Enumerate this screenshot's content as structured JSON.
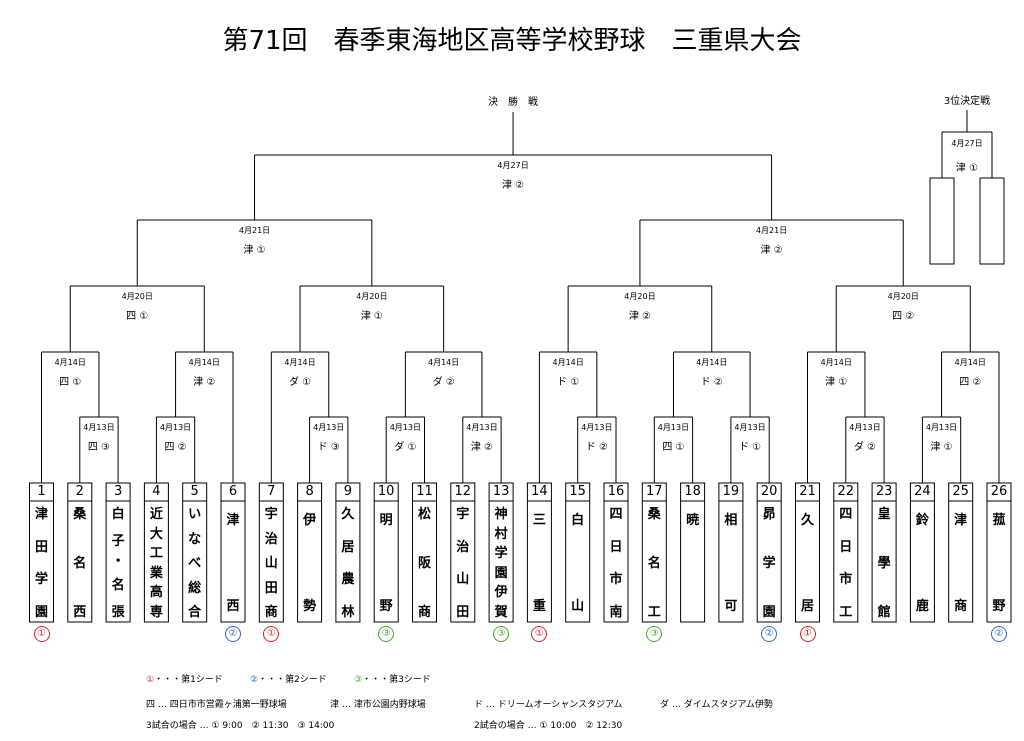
{
  "title": "第71回　春季東海地区高等学校野球　三重県大会",
  "final_label": "決　勝　戦",
  "third_place_label": "3位決定戦",
  "third_place": {
    "date": "4月27日",
    "venue": "津 ①"
  },
  "final": {
    "date": "4月27日",
    "venue": "津 ②"
  },
  "semis": [
    {
      "date": "4月21日",
      "venue": "津 ①"
    },
    {
      "date": "4月21日",
      "venue": "津 ②"
    }
  ],
  "quarters": [
    {
      "date": "4月20日",
      "venue": "四 ①"
    },
    {
      "date": "4月20日",
      "venue": "津 ①"
    },
    {
      "date": "4月20日",
      "venue": "津 ②"
    },
    {
      "date": "4月20日",
      "venue": "四 ②"
    }
  ],
  "round2": [
    {
      "date": "4月14日",
      "venue": "四 ①"
    },
    {
      "date": "4月14日",
      "venue": "津 ②"
    },
    {
      "date": "4月14日",
      "venue": "ダ ①"
    },
    {
      "date": "4月14日",
      "venue": "ダ ②"
    },
    {
      "date": "4月14日",
      "venue": "ド ①"
    },
    {
      "date": "4月14日",
      "venue": "ド ②"
    },
    {
      "date": "4月14日",
      "venue": "津 ①"
    },
    {
      "date": "4月14日",
      "venue": "四 ②"
    }
  ],
  "round1": [
    {
      "date": "4月13日",
      "venue": "四 ③"
    },
    {
      "date": "4月13日",
      "venue": "四 ②"
    },
    {
      "date": "4月13日",
      "venue": "ド ③"
    },
    {
      "date": "4月13日",
      "venue": "ダ ①"
    },
    {
      "date": "4月13日",
      "venue": "津 ②"
    },
    {
      "date": "4月13日",
      "venue": "ド ②"
    },
    {
      "date": "4月13日",
      "venue": "四 ①"
    },
    {
      "date": "4月13日",
      "venue": "ド ①"
    },
    {
      "date": "4月13日",
      "venue": "ダ ②"
    },
    {
      "date": "4月13日",
      "venue": "津 ①"
    }
  ],
  "teams": [
    {
      "no": "1",
      "name": "津田学園",
      "seed": "①"
    },
    {
      "no": "2",
      "name": "桑名西",
      "seed": ""
    },
    {
      "no": "3",
      "name": "白子・名張",
      "seed": ""
    },
    {
      "no": "4",
      "name": "近大工業高専",
      "seed": ""
    },
    {
      "no": "5",
      "name": "いなべ総合",
      "seed": ""
    },
    {
      "no": "6",
      "name": "津西",
      "seed": "②"
    },
    {
      "no": "7",
      "name": "宇治山田商",
      "seed": "①"
    },
    {
      "no": "8",
      "name": "伊勢",
      "seed": ""
    },
    {
      "no": "9",
      "name": "久居農林",
      "seed": ""
    },
    {
      "no": "10",
      "name": "明野",
      "seed": "③"
    },
    {
      "no": "11",
      "name": "松阪商",
      "seed": ""
    },
    {
      "no": "12",
      "name": "宇治山田",
      "seed": ""
    },
    {
      "no": "13",
      "name": "神村学園伊賀",
      "seed": "③"
    },
    {
      "no": "14",
      "name": "三重",
      "seed": "①"
    },
    {
      "no": "15",
      "name": "白山",
      "seed": ""
    },
    {
      "no": "16",
      "name": "四日市南",
      "seed": ""
    },
    {
      "no": "17",
      "name": "桑名工",
      "seed": "③"
    },
    {
      "no": "18",
      "name": "暁",
      "seed": ""
    },
    {
      "no": "19",
      "name": "相可",
      "seed": ""
    },
    {
      "no": "20",
      "name": "昴学園",
      "seed": "②"
    },
    {
      "no": "21",
      "name": "久居",
      "seed": "①"
    },
    {
      "no": "22",
      "name": "四日市工",
      "seed": ""
    },
    {
      "no": "23",
      "name": "皇學館",
      "seed": ""
    },
    {
      "no": "24",
      "name": "鈴鹿",
      "seed": ""
    },
    {
      "no": "25",
      "name": "津商",
      "seed": ""
    },
    {
      "no": "26",
      "name": "菰野",
      "seed": "②"
    }
  ],
  "legend": {
    "seed1": "①・・・第1シード",
    "seed2": "②・・・第2シード",
    "seed3": "③・・・第3シード",
    "venue_yokkaichi": "四 … 四日市市営霞ヶ浦第一野球場",
    "venue_tsu": "津 … 津市公園内野球場",
    "venue_dream": "ド … ドリームオーシャンスタジアム",
    "venue_daimu": "ダ … ダイムスタジアム伊勢",
    "times3": "3試合の場合 … ① 9:00　② 11:30　③ 14:00",
    "times2": "2試合の場合 … ① 10:00　② 12:30"
  },
  "colors": {
    "seed1": "#d62828",
    "seed2": "#3366cc",
    "seed3": "#4aa832"
  }
}
